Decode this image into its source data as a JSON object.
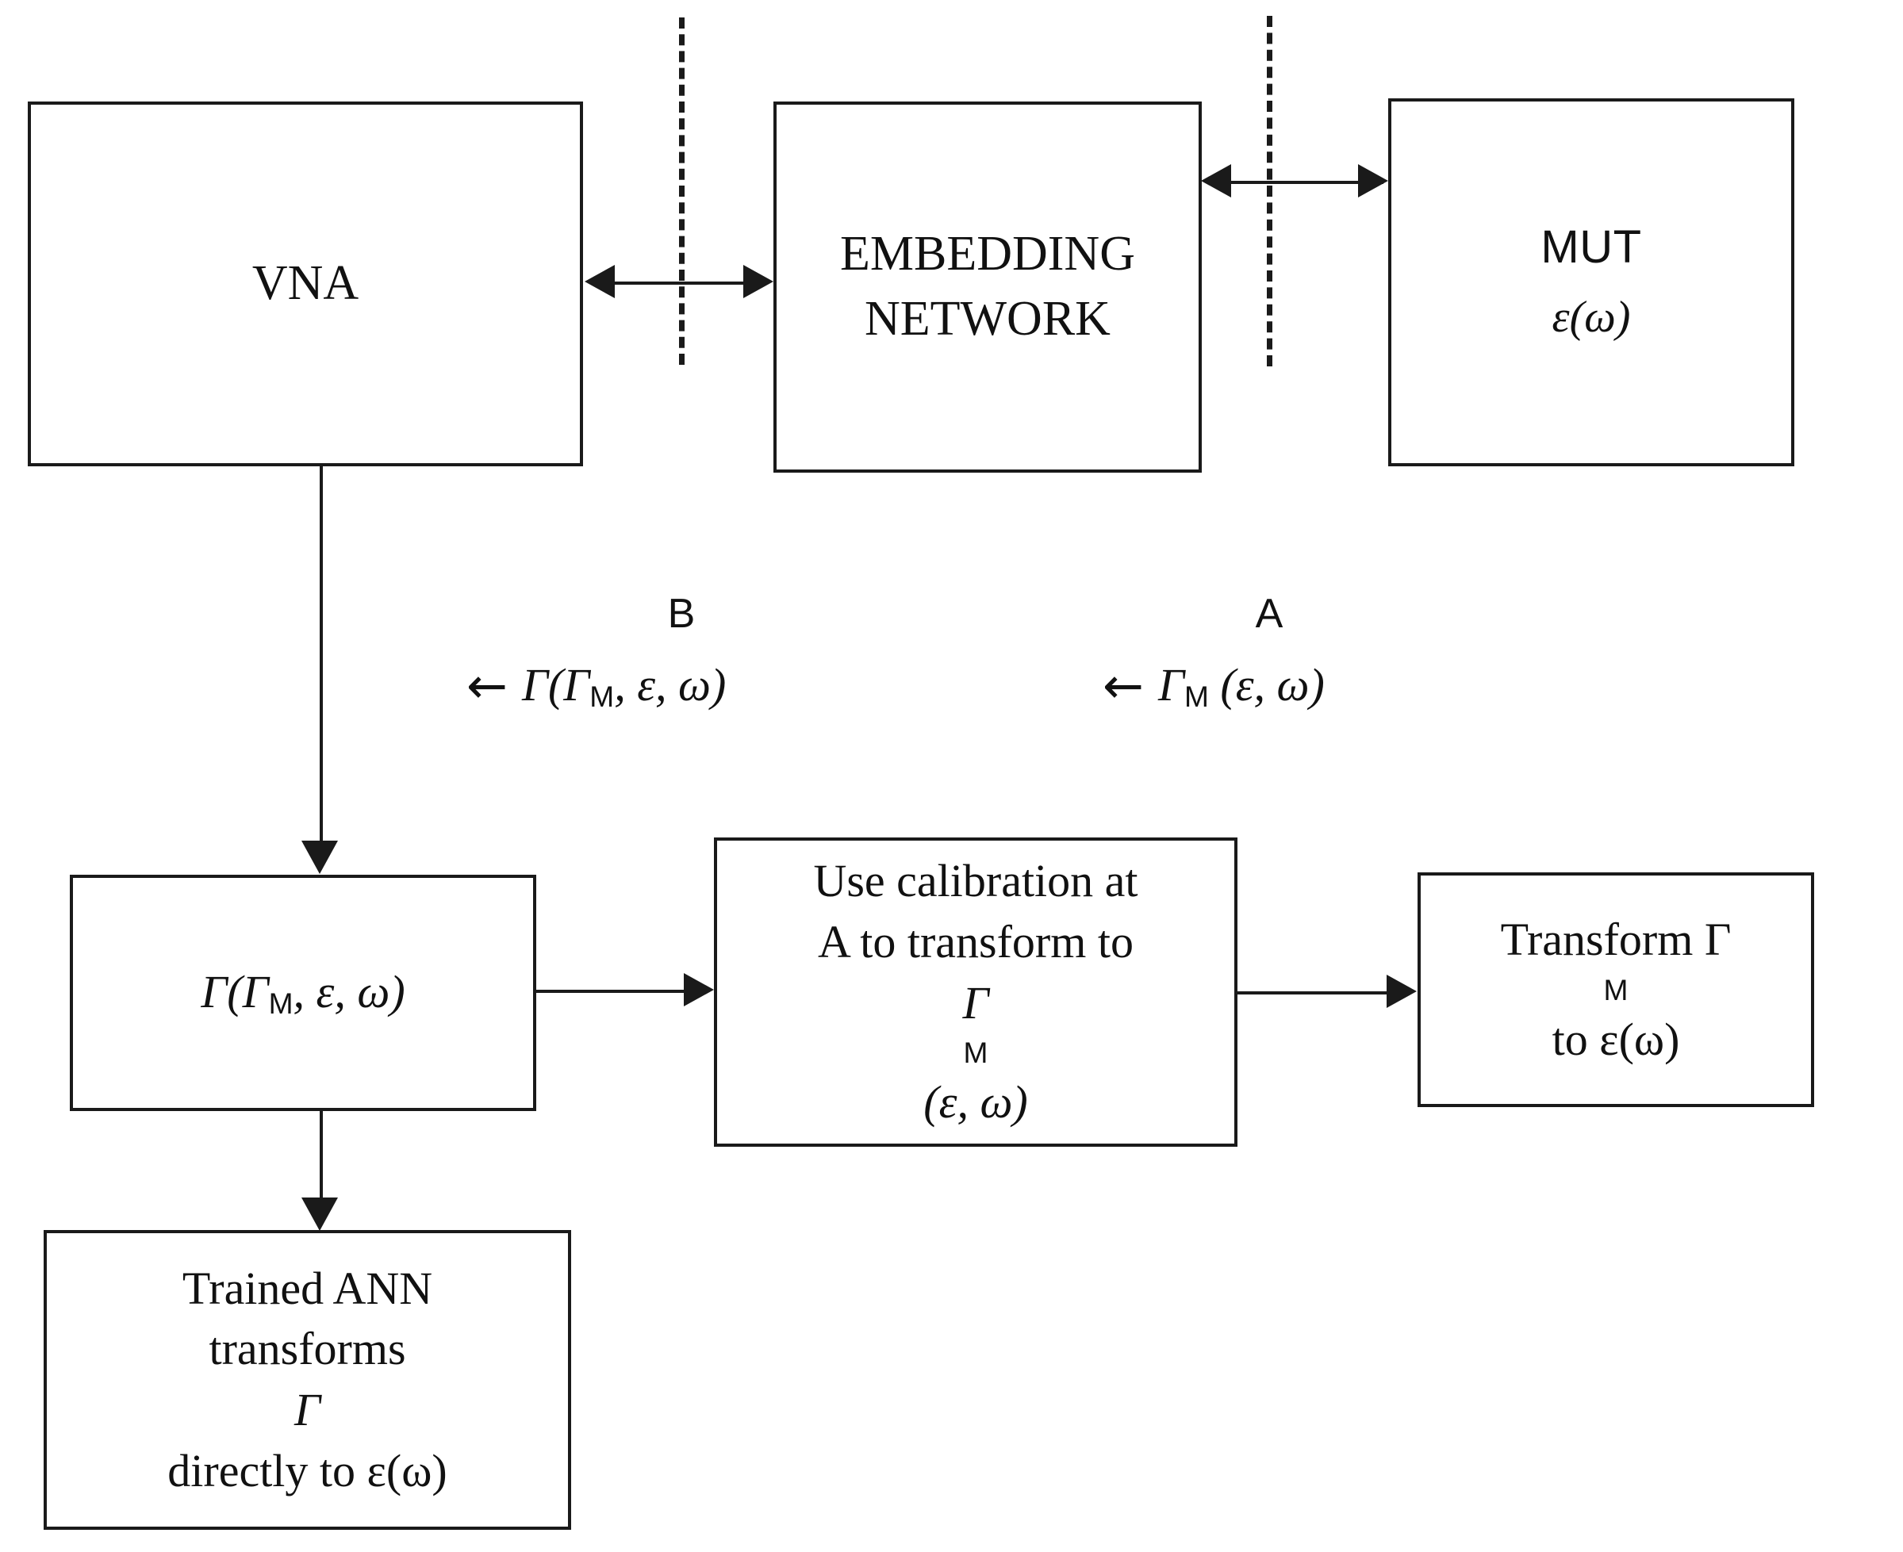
{
  "diagram": {
    "title": "VNA embedding-network measurement and de-embedding flow",
    "stroke_color": "#1a1a1a",
    "background_color": "#ffffff"
  },
  "blocks": {
    "vna": {
      "label": "VNA"
    },
    "embedding_network": {
      "line1": "EMBEDDING",
      "line2": "NETWORK"
    },
    "mut": {
      "acronym": "MUT",
      "permittivity": "ε(ω)"
    },
    "gamma_measured": {
      "prefix": "Γ(Γ",
      "subscript": "M",
      "suffix": ", ε, ω)"
    },
    "use_calibration": {
      "line1": "Use calibration at",
      "line2": "A to transform to",
      "line3_prefix": "Γ",
      "line3_subscript": "M",
      "line3_suffix": " (ε, ω)"
    },
    "transform_gamma": {
      "line1": "Transform Γ",
      "line1_subscript": "M",
      "line2": "to ε(ω)"
    },
    "trained_ann": {
      "line1": "Trained ANN",
      "line2_prefix": "transforms ",
      "line2_symbol": "Γ",
      "line3": "directly to ε(ω)"
    }
  },
  "reference_planes": {
    "b": {
      "letter": "B",
      "annotation_arrow": "←",
      "annotation_prefix": "Γ(Γ",
      "annotation_subscript": "M",
      "annotation_suffix": ", ε, ω)"
    },
    "a": {
      "letter": "A",
      "annotation_arrow": "←",
      "annotation_prefix": "Γ",
      "annotation_subscript": "M",
      "annotation_suffix": " (ε, ω)"
    }
  }
}
